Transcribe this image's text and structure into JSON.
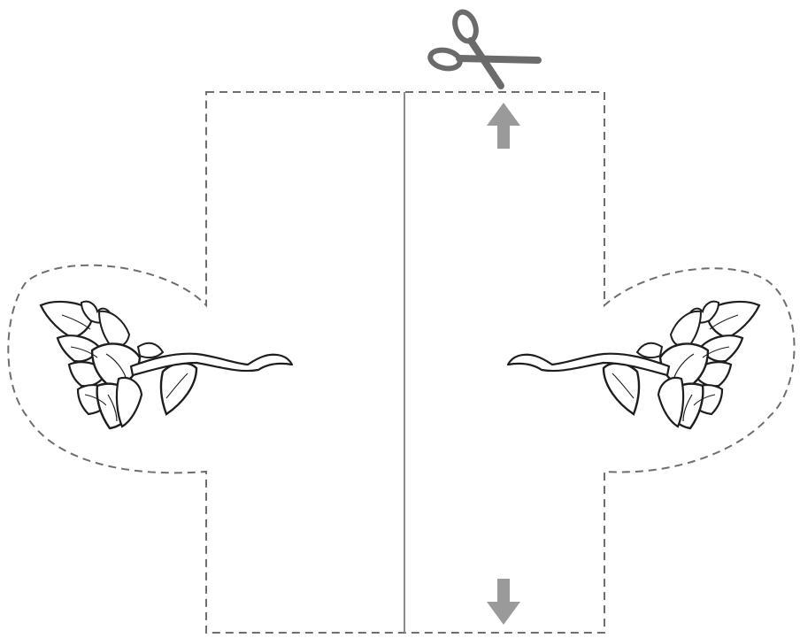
{
  "diagram": {
    "kind": "cut-out template",
    "icons": {
      "scissors": "scissors-icon",
      "arrow_up": "arrow-up-icon",
      "arrow_down": "arrow-down-icon",
      "flower_left": "flower-icon",
      "flower_right": "flower-icon"
    },
    "colors": {
      "outline": "#6e6e6e",
      "cut_line": "#8a8a8a",
      "scissors": "#6b6b6b",
      "arrow": "#9a9a9a",
      "drawing": "#1e1e1e"
    },
    "line_styles": {
      "outline": "dashed",
      "center_line": "solid"
    }
  }
}
